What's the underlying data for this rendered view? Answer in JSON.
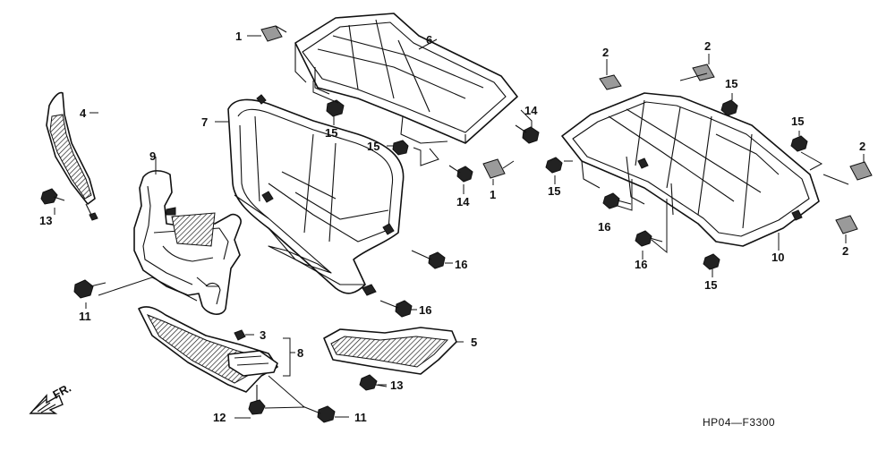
{
  "diagram": {
    "code": "HP04—F3300",
    "direction_label": "FR.",
    "callouts": [
      {
        "id": "c-1a",
        "text": "1"
      },
      {
        "id": "c-1b",
        "text": "1"
      },
      {
        "id": "c-2a",
        "text": "2"
      },
      {
        "id": "c-2b",
        "text": "2"
      },
      {
        "id": "c-2c",
        "text": "2"
      },
      {
        "id": "c-2d",
        "text": "2"
      },
      {
        "id": "c-3",
        "text": "3"
      },
      {
        "id": "c-4",
        "text": "4"
      },
      {
        "id": "c-5",
        "text": "5"
      },
      {
        "id": "c-6",
        "text": "6"
      },
      {
        "id": "c-7",
        "text": "7"
      },
      {
        "id": "c-8",
        "text": "8"
      },
      {
        "id": "c-9",
        "text": "9"
      },
      {
        "id": "c-10",
        "text": "10"
      },
      {
        "id": "c-11a",
        "text": "11"
      },
      {
        "id": "c-11b",
        "text": "11"
      },
      {
        "id": "c-12",
        "text": "12"
      },
      {
        "id": "c-13a",
        "text": "13"
      },
      {
        "id": "c-13b",
        "text": "13"
      },
      {
        "id": "c-14a",
        "text": "14"
      },
      {
        "id": "c-14b",
        "text": "14"
      },
      {
        "id": "c-15a",
        "text": "15"
      },
      {
        "id": "c-15b",
        "text": "15"
      },
      {
        "id": "c-15c",
        "text": "15"
      },
      {
        "id": "c-15d",
        "text": "15"
      },
      {
        "id": "c-15e",
        "text": "15"
      },
      {
        "id": "c-15f",
        "text": "15"
      },
      {
        "id": "c-15g",
        "text": "15"
      },
      {
        "id": "c-16a",
        "text": "16"
      },
      {
        "id": "c-16b",
        "text": "16"
      },
      {
        "id": "c-16c",
        "text": "16"
      },
      {
        "id": "c-16d",
        "text": "16"
      }
    ]
  }
}
